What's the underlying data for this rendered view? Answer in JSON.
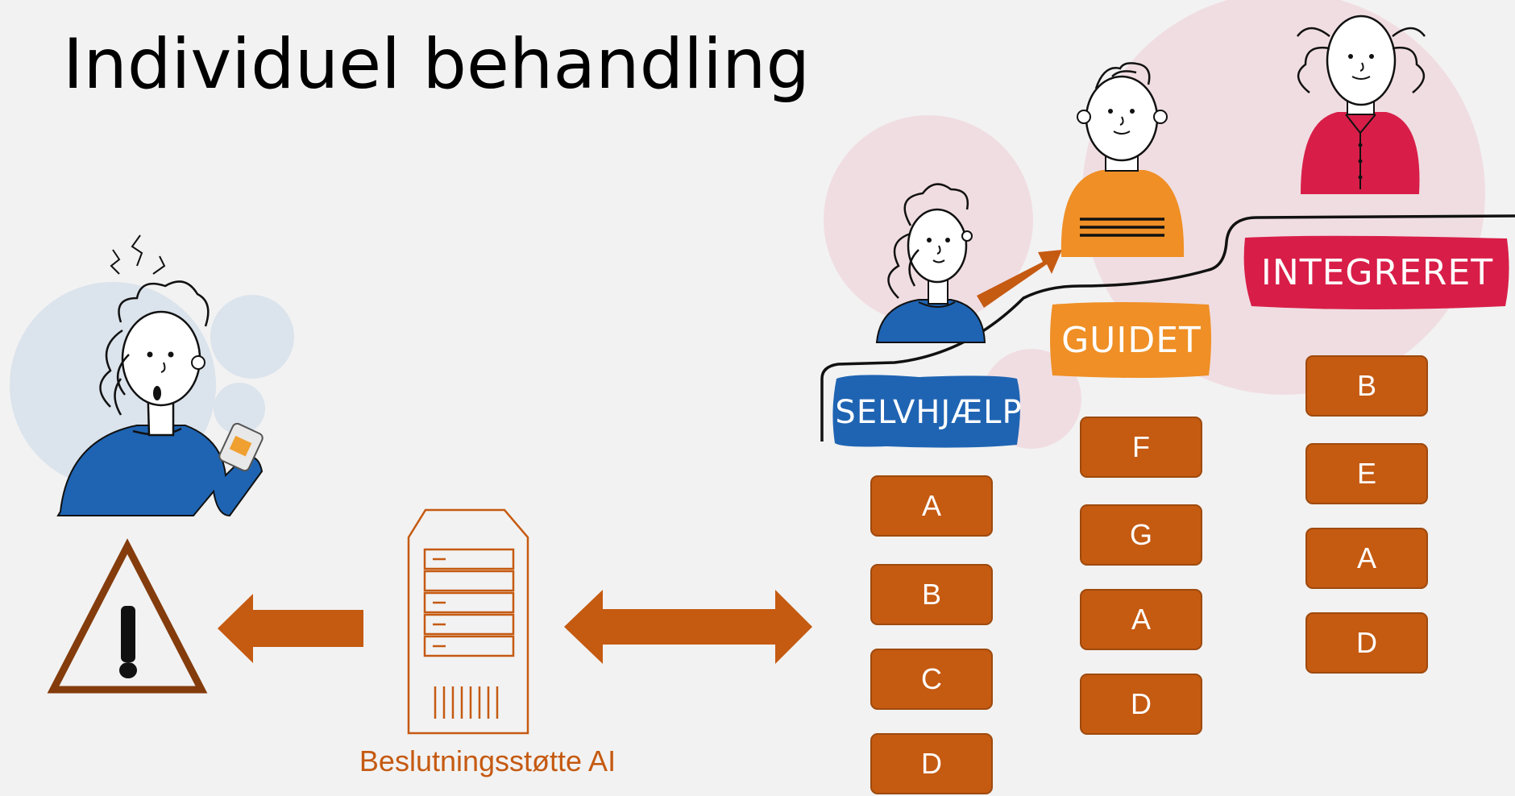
{
  "title": "Individuel behandling",
  "server": {
    "label": "Beslutningsstøtte AI"
  },
  "tiers": {
    "selvhjaelp": {
      "label": "SELVHJÆLP",
      "color": "#1f64b3",
      "boxes": [
        "A",
        "B",
        "C",
        "D"
      ]
    },
    "guidet": {
      "label": "GUIDET",
      "color": "#ef8f25",
      "boxes": [
        "F",
        "G",
        "A",
        "D"
      ]
    },
    "integreret": {
      "label": "INTEGRERET",
      "color": "#d81e48",
      "boxes": [
        "B",
        "E",
        "A",
        "D"
      ]
    }
  },
  "colors": {
    "accent": "#c55a11",
    "warning_border": "#843c0c",
    "background": "#f2f2f2",
    "bubble_blue": "#dbe3ec",
    "bubble_pink": "#f0dde2"
  },
  "icons": [
    "warning-triangle-icon",
    "server-icon",
    "arrow-left-icon",
    "double-arrow-icon"
  ]
}
